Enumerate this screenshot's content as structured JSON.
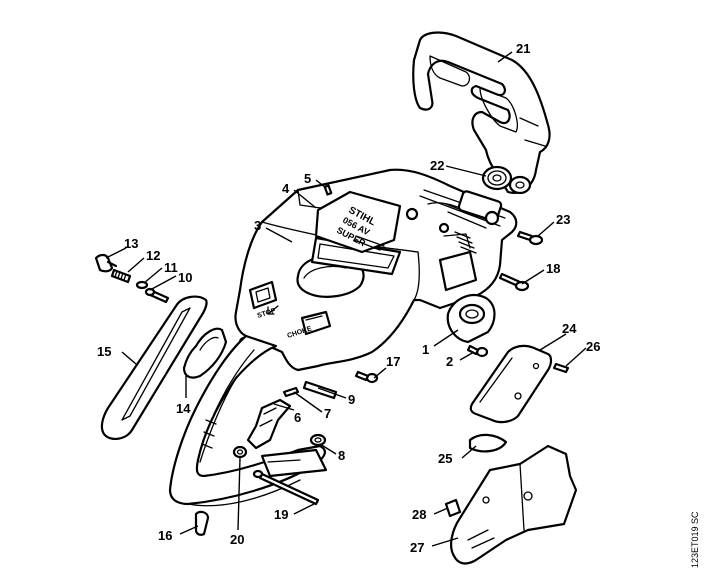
{
  "diagram": {
    "reference_code": "123ET019 SC",
    "decal_lines": [
      "STIHL",
      "056 AV",
      "SUPER"
    ],
    "stop_label": "STOP",
    "choke_label": "CHOKE"
  },
  "callouts": [
    {
      "id": "c1",
      "label": "1"
    },
    {
      "id": "c2",
      "label": "2"
    },
    {
      "id": "c3",
      "label": "3"
    },
    {
      "id": "c4",
      "label": "4"
    },
    {
      "id": "c5",
      "label": "5"
    },
    {
      "id": "c6",
      "label": "6"
    },
    {
      "id": "c7",
      "label": "7"
    },
    {
      "id": "c8",
      "label": "8"
    },
    {
      "id": "c9",
      "label": "9"
    },
    {
      "id": "c10",
      "label": "10"
    },
    {
      "id": "c11",
      "label": "11"
    },
    {
      "id": "c12",
      "label": "12"
    },
    {
      "id": "c13",
      "label": "13"
    },
    {
      "id": "c14",
      "label": "14"
    },
    {
      "id": "c15",
      "label": "15"
    },
    {
      "id": "c16",
      "label": "16"
    },
    {
      "id": "c17",
      "label": "17"
    },
    {
      "id": "c18",
      "label": "18"
    },
    {
      "id": "c19",
      "label": "19"
    },
    {
      "id": "c20",
      "label": "20"
    },
    {
      "id": "c21",
      "label": "21"
    },
    {
      "id": "c22",
      "label": "22"
    },
    {
      "id": "c23",
      "label": "23"
    },
    {
      "id": "c24",
      "label": "24"
    },
    {
      "id": "c25",
      "label": "25"
    },
    {
      "id": "c26",
      "label": "26"
    },
    {
      "id": "c27",
      "label": "27"
    },
    {
      "id": "c28",
      "label": "28"
    }
  ]
}
